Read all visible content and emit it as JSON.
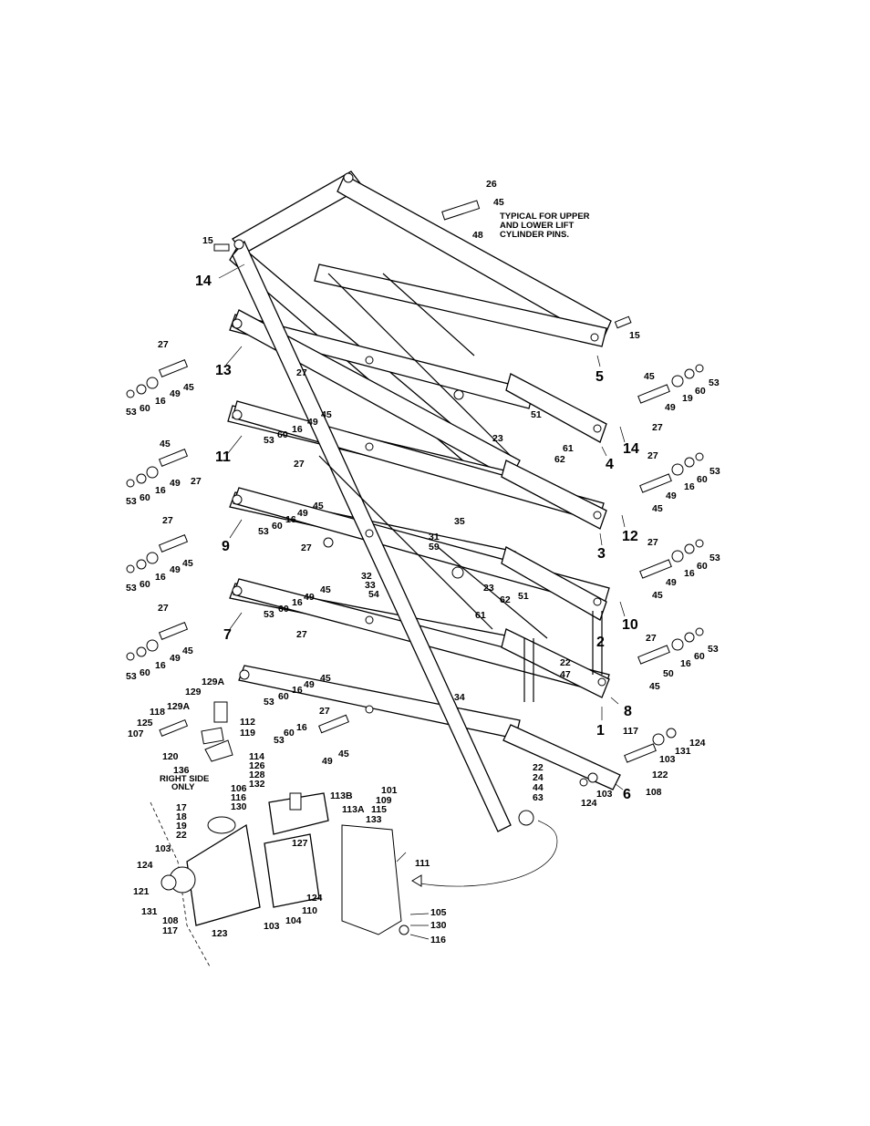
{
  "notes": {
    "typical_line1": "TYPICAL FOR UPPER",
    "typical_line2": "AND LOWER LIFT",
    "typical_line3": "CYLINDER PINS.",
    "right_side_line1": "RIGHT SIDE",
    "right_side_line2": "ONLY"
  },
  "big_labels": {
    "l14a": "14",
    "l13": "13",
    "l11": "11",
    "l9": "9",
    "l7": "7",
    "l5": "5",
    "l14b": "14",
    "l4": "4",
    "l12": "12",
    "l3": "3",
    "l10": "10",
    "l2": "2",
    "l8": "8",
    "l1": "1",
    "l6": "6"
  },
  "callouts": {
    "c26": "26",
    "c45top": "45",
    "c48": "48",
    "c15a": "15",
    "c15b": "15",
    "c27_13": "27",
    "c53_13": "53",
    "c60_13": "60",
    "c16_13": "16",
    "c49_13": "49",
    "c45_13": "45",
    "c27_m1": "27",
    "c49_m1": "49",
    "c45_m1": "45",
    "c53_m1": "53",
    "c60_m1": "60",
    "c16_m1": "16",
    "c45_11": "45",
    "c53_11": "53",
    "c60_11": "60",
    "c16_11": "16",
    "c49_11": "49",
    "c27_11": "27",
    "c27_m2": "27",
    "c49_m2": "49",
    "c45_m2": "45",
    "c53_m2": "53",
    "c60_m2": "60",
    "c16_m2": "16",
    "c27_9": "27",
    "c53_9": "53",
    "c60_9": "60",
    "c16_9": "16",
    "c49_9": "49",
    "c45_9": "45",
    "c27_m3": "27",
    "c49_m3": "49",
    "c45_m3": "45",
    "c53_m3": "53",
    "c60_m3": "60",
    "c16_m3": "16",
    "c27_7": "27",
    "c53_7": "53",
    "c60_7": "60",
    "c16_7": "16",
    "c49_7": "49",
    "c45_7": "45",
    "c27_m4": "27",
    "c49_m4": "49",
    "c45_m4": "45",
    "c53_m4": "53",
    "c60_m4": "60",
    "c16_m4": "16",
    "c27_b": "27",
    "c53_b": "53",
    "c60_b": "60",
    "c16_b": "16",
    "c49_b": "49",
    "c45_b": "45",
    "c129": "129",
    "c129a": "129A",
    "c129a2": "129A",
    "c118": "118",
    "c125": "125",
    "c107": "107",
    "c120": "120",
    "c112": "112",
    "c119": "119",
    "c136": "136",
    "c23a": "23",
    "c51a": "51",
    "c61a": "61",
    "c62a": "62",
    "c35": "35",
    "c31": "31",
    "c59": "59",
    "c32": "32",
    "c33": "33",
    "c54": "54",
    "c23b": "23",
    "c62b": "62",
    "c51b": "51",
    "c61b": "61",
    "c22a": "22",
    "c47": "47",
    "c34": "34",
    "c22b": "22",
    "c24": "24",
    "c44": "44",
    "c63": "63",
    "r45a": "45",
    "r19": "19",
    "r60a": "60",
    "r53a": "53",
    "r49a": "49",
    "r27a": "27",
    "r27b": "27",
    "r16b": "16",
    "r60b": "60",
    "r53b": "53",
    "r49b": "49",
    "r45b": "45",
    "r27c": "27",
    "r16c": "16",
    "r60c": "60",
    "r53c": "53",
    "r49c": "49",
    "r45c": "45",
    "r27d": "27",
    "r16d": "16",
    "r60d": "60",
    "r53d": "53",
    "r50": "50",
    "r45d": "45",
    "c117": "117",
    "c103a": "103",
    "c131a": "131",
    "c124a": "124",
    "c122": "122",
    "c108a": "108",
    "c124b": "124",
    "c103b": "103",
    "c114": "114",
    "c126": "126",
    "c128": "128",
    "c132": "132",
    "c106": "106",
    "c116a": "116",
    "c130a": "130",
    "c113b": "113B",
    "c101": "101",
    "c109": "109",
    "c113a": "113A",
    "c115": "115",
    "c133": "133",
    "c17": "17",
    "c18": "18",
    "c19": "19",
    "c22c": "22",
    "c103c": "103",
    "c124c": "124",
    "c121": "121",
    "c131b": "131",
    "c108b": "108",
    "c117b": "117",
    "c123": "123",
    "c103d": "103",
    "c104": "104",
    "c110": "110",
    "c124d": "124",
    "c127": "127",
    "c111": "111",
    "c105": "105",
    "c130b": "130",
    "c116b": "116"
  }
}
